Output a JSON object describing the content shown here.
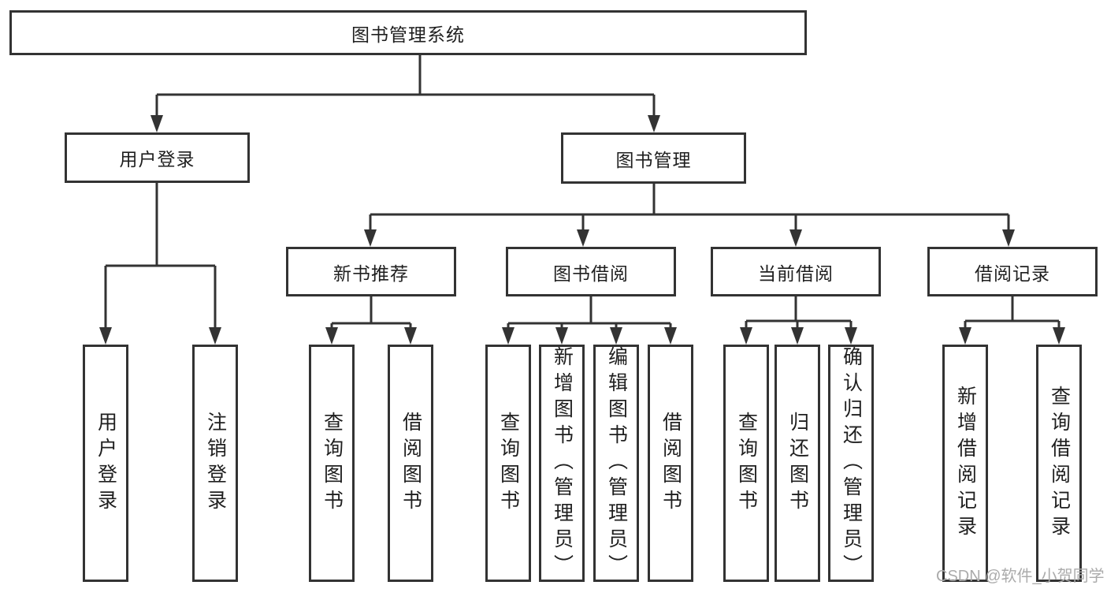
{
  "colors": {
    "line": "#333333",
    "text": "#1f1f1f",
    "background": "#ffffff",
    "watermark": "#ababab"
  },
  "tree": {
    "root": {
      "label": "图书管理系统"
    },
    "level2": [
      {
        "label": "用户登录",
        "leaves": [
          {
            "label": "用户登录"
          },
          {
            "label": "注销登录"
          }
        ]
      },
      {
        "label": "图书管理",
        "groups": [
          {
            "label": "新书推荐",
            "leaves": [
              {
                "label": "查询图书"
              },
              {
                "label": "借阅图书"
              }
            ]
          },
          {
            "label": "图书借阅",
            "leaves": [
              {
                "label": "查询图书"
              },
              {
                "label": "新增图书（管理员）"
              },
              {
                "label": "编辑图书（管理员）"
              },
              {
                "label": "借阅图书"
              }
            ]
          },
          {
            "label": "当前借阅",
            "leaves": [
              {
                "label": "查询图书"
              },
              {
                "label": "归还图书"
              },
              {
                "label": "确认归还（管理员）"
              }
            ]
          },
          {
            "label": "借阅记录",
            "leaves": [
              {
                "label": "新增借阅记录"
              },
              {
                "label": "查询借阅记录"
              }
            ]
          }
        ]
      }
    ]
  },
  "watermark": {
    "text": "CSDN @软件_小贺同学"
  }
}
